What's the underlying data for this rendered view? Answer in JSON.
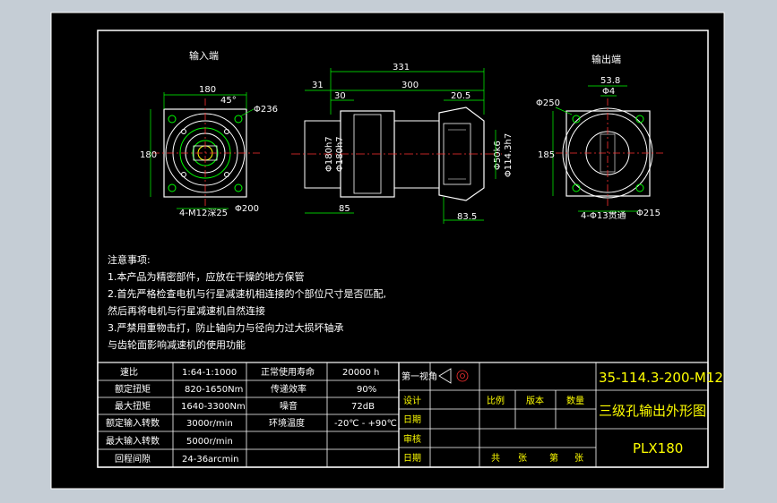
{
  "views": {
    "input_end_title": "输入端",
    "output_end_title": "输出端",
    "input_dims": {
      "width": "180",
      "height": "180",
      "pcd": "Φ236",
      "pilot": "Φ200",
      "holes": "4-M12深25",
      "angle": "45°"
    },
    "side_dims": {
      "total": "331",
      "body": "300",
      "flange": "31",
      "pilot_len": "30",
      "step": "20.5",
      "shaft_len": "85",
      "out_len": "83.5",
      "d1": "Φ180h7",
      "d2": "Φ180h7",
      "d3": "Φ50k6",
      "d4": "Φ114.3h7"
    },
    "output_dims": {
      "pcd": "Φ250",
      "a": "53.8",
      "b": "Φ4",
      "height": "185",
      "holes": "4-Φ13贯通",
      "pilot": "Φ215"
    }
  },
  "notes": {
    "title": "注意事项:",
    "lines": [
      "1.本产品为精密部件，应放在干燥的地方保管",
      "2.首先严格检查电机与行星减速机相连接的个部位尺寸是否匹配,",
      "然后再将电机与行星减速机自然连接",
      "3.严禁用重物击打，防止轴向力与径向力过大损坏轴承",
      "与齿轮面影响减速机的使用功能"
    ]
  },
  "spec_table": {
    "rows": [
      [
        "速比",
        "1:64-1:1000",
        "正常使用寿命",
        "20000 h"
      ],
      [
        "额定扭矩",
        "820-1650Nm",
        "传递效率",
        "90%"
      ],
      [
        "最大扭矩",
        "1640-3300Nm",
        "噪音",
        "72dB"
      ],
      [
        "额定输入转数",
        "3000r/min",
        "环境温度",
        "-20℃ - +90℃"
      ],
      [
        "最大输入转数",
        "5000r/min",
        "",
        ""
      ],
      [
        "回程间隙",
        "24-36arcmin",
        "",
        ""
      ]
    ]
  },
  "title_block": {
    "projection_label": "第一视角",
    "drawing_number": "35-114.3-200-M12",
    "drawing_title": "三级孔输出外形图",
    "model": "PLX180",
    "labels": {
      "design": "设计",
      "date": "日期",
      "review": "审核",
      "date2": "日期",
      "scale": "比例",
      "version": "版本",
      "quantity": "数量",
      "total": "共",
      "sheets": "张",
      "page": "第",
      "sheet": "张"
    }
  }
}
